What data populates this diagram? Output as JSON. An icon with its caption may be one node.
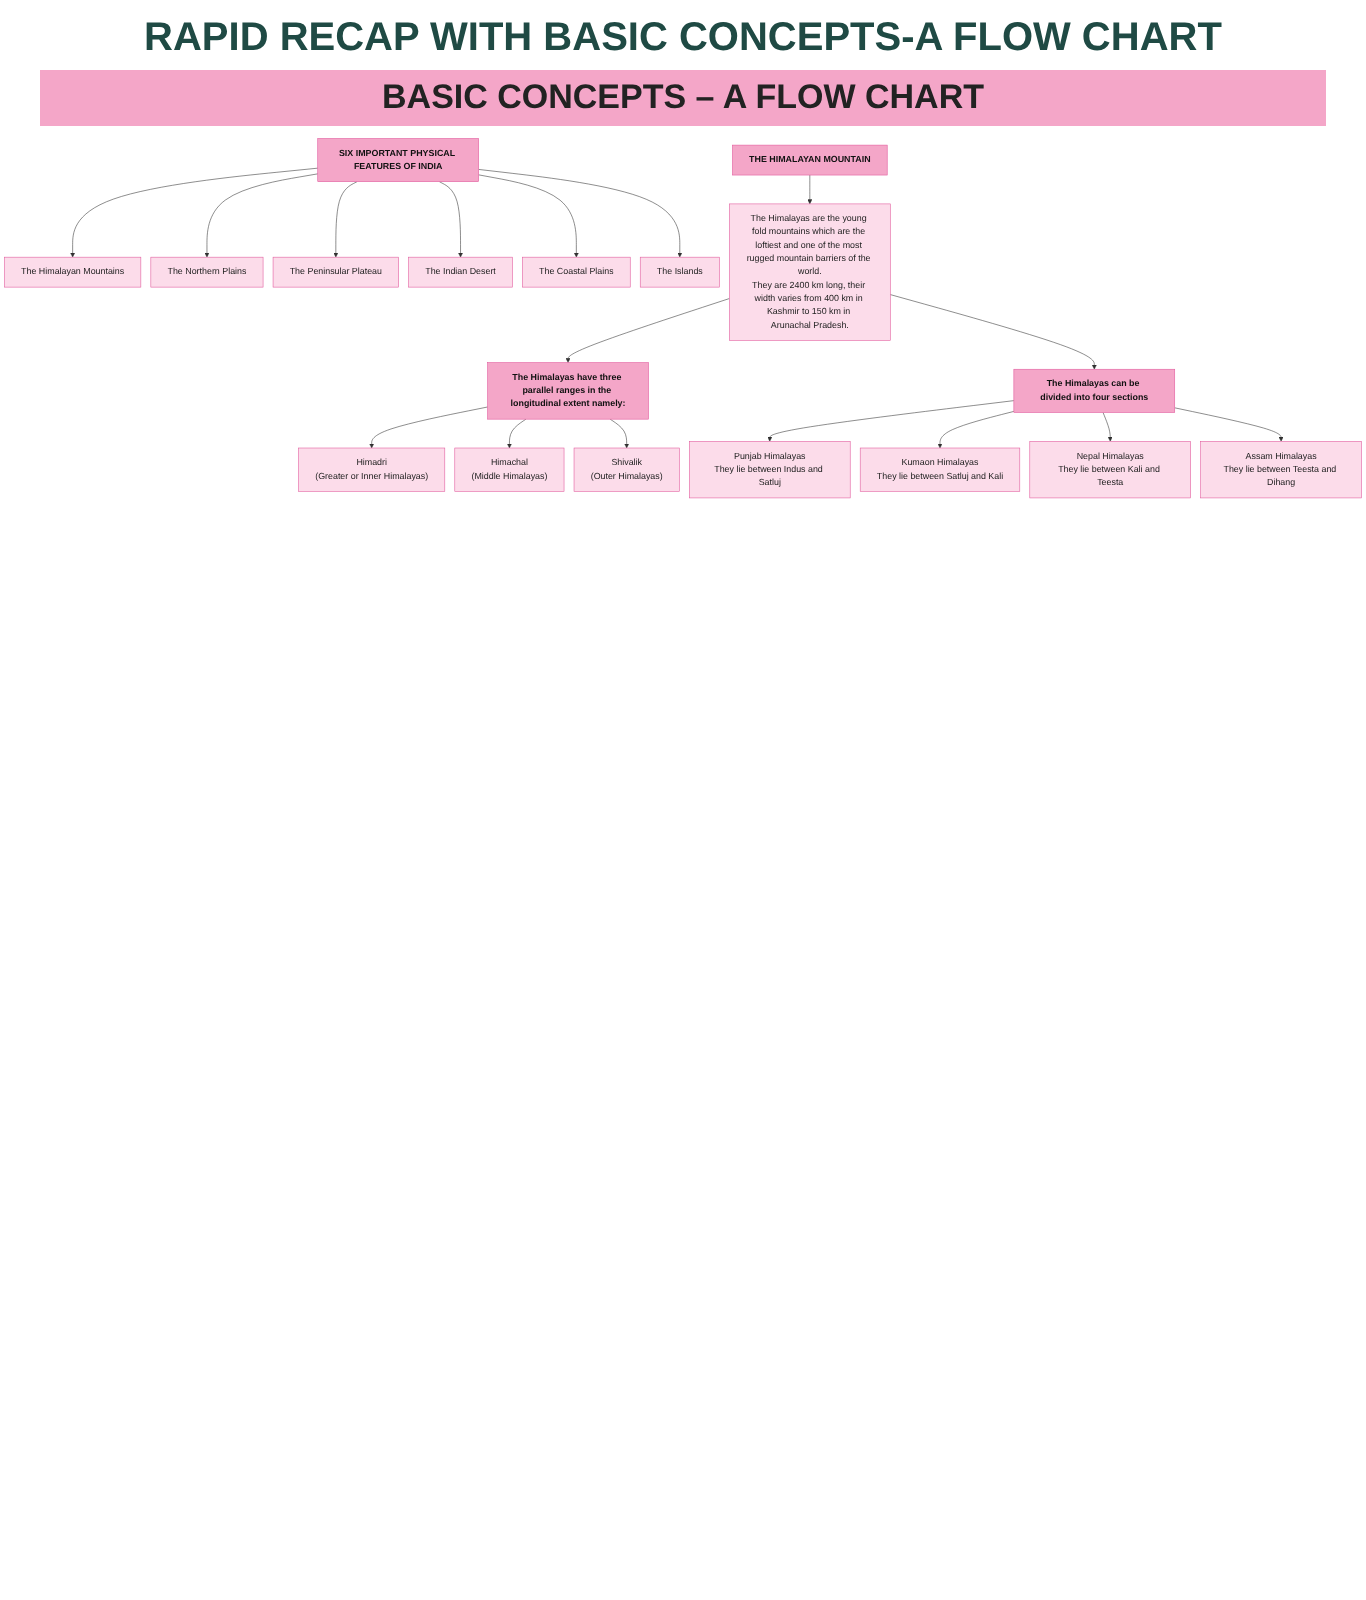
{
  "diagram": {
    "title": "RAPID RECAP WITH BASIC CONCEPTS-A FLOW CHART",
    "labels": [
      "BASIC CONCEPTS – A FLOW CHART"
    ],
    "nodes": [
      {
        "text": [
          "SIX IMPORTANT PHYSICAL FEATURES OF INDIA"
        ]
      },
      {
        "text": [
          "The Himalayan Mountains"
        ]
      },
      {
        "text": [
          "The Northern Plains"
        ]
      },
      {
        "text": [
          "The Peninsular Plateau"
        ]
      },
      {
        "text": [
          "The Indian Desert"
        ]
      },
      {
        "text": [
          "The Coastal Plains"
        ]
      },
      {
        "text": [
          "The Islands"
        ]
      },
      {
        "text": [
          "THE HIMALAYAN MOUNTAIN"
        ]
      },
      {
        "text": [
          "The Himalayas are the young fold mountains which are the loftiest and one of the most rugged mountain barriers of the world.",
          "They are 2400 km long, their width varies from 400 km in Kashmir to 150 km in Arunachal Pradesh."
        ]
      },
      {
        "text": [
          "The Himalayas have three parallel ranges in the longitudinal extent namely:"
        ]
      },
      {
        "text": [
          "The Himalayas can be divided into four sections"
        ]
      },
      {
        "text": [
          "Himadri",
          "(Greater or Inner Himalayas)"
        ]
      },
      {
        "text": [
          "Himachal",
          "(Middle Himalayas)"
        ]
      },
      {
        "text": [
          "Shivalik",
          "(Outer Himalayas)"
        ]
      },
      {
        "text": [
          "Punjab Himalayas",
          "They lie between Indus and Satluj"
        ]
      },
      {
        "text": [
          "Kumaon Himalayas",
          "They lie between Satluj and Kali"
        ]
      },
      {
        "text": [
          "Nepal Himalayas",
          "They lie between Kali and Teesta"
        ]
      },
      {
        "text": [
          "Assam Himalayas",
          "They lie between Teesta and Dihang"
        ]
      }
    ],
    "edges": [
      {
        "from": 0,
        "to": 1,
        "arrow": "to"
      },
      {
        "from": 0,
        "to": 2,
        "arrow": "to"
      },
      {
        "from": 0,
        "to": 3,
        "arrow": "to"
      },
      {
        "from": 0,
        "to": 4,
        "arrow": "to"
      },
      {
        "from": 0,
        "to": 5,
        "arrow": "to"
      },
      {
        "from": 0,
        "to": 6,
        "arrow": "to"
      },
      {
        "from": 7,
        "to": 8,
        "arrow": "to"
      },
      {
        "from": 8,
        "to": 9,
        "arrow": "to"
      },
      {
        "from": 8,
        "to": 10,
        "arrow": "to"
      },
      {
        "from": 9,
        "to": 11,
        "arrow": "to"
      },
      {
        "from": 9,
        "to": 12,
        "arrow": "to"
      },
      {
        "from": 9,
        "to": 13,
        "arrow": "to"
      },
      {
        "from": 10,
        "to": 14,
        "arrow": "to"
      },
      {
        "from": 10,
        "to": 15,
        "arrow": "to"
      },
      {
        "from": 10,
        "to": 16,
        "arrow": "to"
      },
      {
        "from": 10,
        "to": 17,
        "arrow": "to"
      }
    ]
  }
}
